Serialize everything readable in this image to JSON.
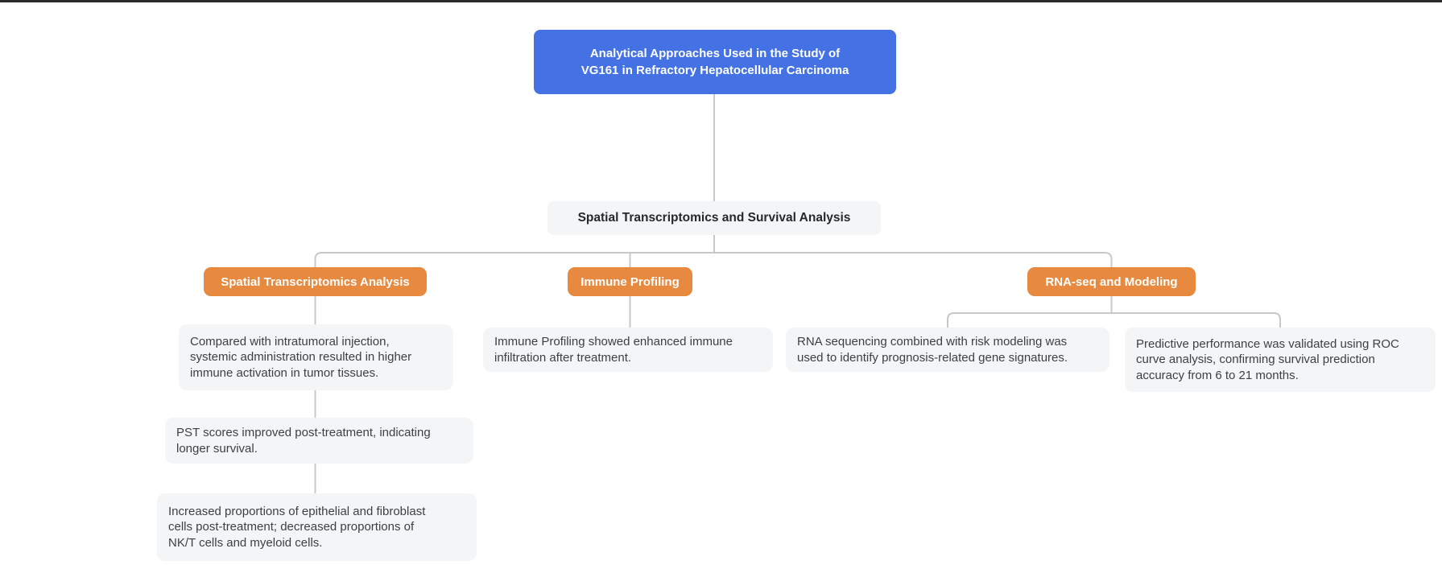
{
  "colors": {
    "root_node_bg": "#4472e4",
    "branch_node_bg": "#e7893e",
    "leaf_node_bg": "#f4f5f6",
    "connector": "#c6c8cb",
    "top_bar": "#2b2b2b",
    "root_text": "#ffffff",
    "section_text": "#26282c",
    "leaf_text": "#3c4045"
  },
  "mindmap": {
    "root": {
      "label": "Analytical Approaches Used in the Study of\nVG161 in Refractory Hepatocellular Carcinoma"
    },
    "section": {
      "label": "Spatial Transcriptomics and Survival Analysis"
    },
    "branches": [
      {
        "label": "Spatial Transcriptomics Analysis",
        "children": [
          "Compared with intratumoral injection,\nsystemic administration resulted in higher\nimmune activation in tumor tissues.",
          "PST scores improved post-treatment, indicating\nlonger survival.",
          "Increased proportions of epithelial and fibroblast\ncells post-treatment; decreased proportions of\nNK/T cells and myeloid cells."
        ]
      },
      {
        "label": "Immune Profiling",
        "children": [
          "Immune Profiling showed enhanced immune\ninfiltration after treatment."
        ]
      },
      {
        "label": "RNA-seq and Modeling",
        "children": [
          "RNA sequencing combined with risk modeling was\nused to identify prognosis-related gene signatures.",
          "Predictive performance was validated using ROC\ncurve analysis, confirming survival prediction\naccuracy from 6 to 21 months."
        ]
      }
    ]
  }
}
